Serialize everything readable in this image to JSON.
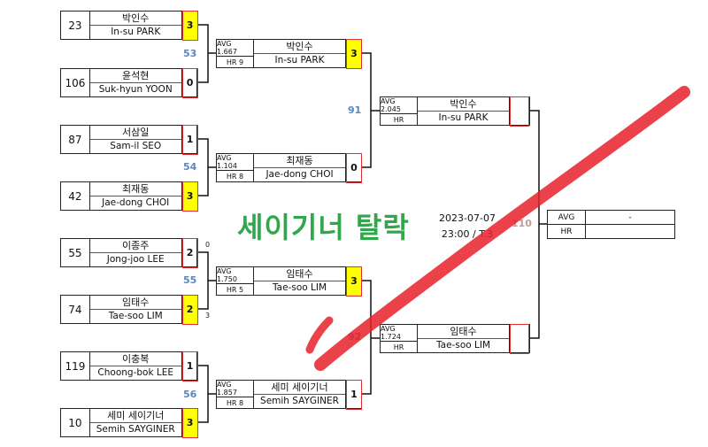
{
  "round1": [
    {
      "seed": "23",
      "ko": "박인수",
      "en": "In-su PARK",
      "score": "3",
      "win": true
    },
    {
      "seed": "106",
      "ko": "윤석현",
      "en": "Suk-hyun YOON",
      "score": "0",
      "win": false
    },
    {
      "seed": "87",
      "ko": "서삼일",
      "en": "Sam-il SEO",
      "score": "1",
      "win": false
    },
    {
      "seed": "42",
      "ko": "최재동",
      "en": "Jae-dong CHOI",
      "score": "3",
      "win": true
    },
    {
      "seed": "55",
      "ko": "이종주",
      "en": "Jong-joo LEE",
      "score": "2",
      "win": false
    },
    {
      "seed": "74",
      "ko": "임태수",
      "en": "Tae-soo LIM",
      "score": "2",
      "win": true
    },
    {
      "seed": "119",
      "ko": "이충복",
      "en": "Choong-bok LEE",
      "score": "1",
      "win": false
    },
    {
      "seed": "10",
      "ko": "세미 세이기너",
      "en": "Semih SAYGINER",
      "score": "3",
      "win": true
    }
  ],
  "round2": [
    {
      "avg": "AVG 1.667",
      "hr": "HR 9",
      "ko": "박인수",
      "en": "In-su PARK",
      "score": "3",
      "win": true
    },
    {
      "avg": "AVG 1.104",
      "hr": "HR 8",
      "ko": "최재동",
      "en": "Jae-dong CHOI",
      "score": "0",
      "win": false
    },
    {
      "avg": "AVG 1.750",
      "hr": "HR 5",
      "ko": "임태수",
      "en": "Tae-soo LIM",
      "score": "3",
      "win": true
    },
    {
      "avg": "AVG 1.857",
      "hr": "HR 8",
      "ko": "세미 세이기너",
      "en": "Semih SAYGINER",
      "score": "1",
      "win": false
    }
  ],
  "round3": [
    {
      "avg": "AVG 2.045",
      "hr": "HR",
      "ko": "박인수",
      "en": "In-su PARK",
      "score": ""
    },
    {
      "avg": "AVG 1.724",
      "hr": "HR",
      "ko": "임태수",
      "en": "Tae-soo LIM",
      "score": ""
    }
  ],
  "match_numbers": [
    "53",
    "54",
    "55",
    "56",
    "91",
    "92",
    "110"
  ],
  "shootout": {
    "top": "0",
    "bottom": "3"
  },
  "final": {
    "avg_label": "AVG",
    "avg_value": "-",
    "hr_label": "HR",
    "hr_value": ""
  },
  "headline": "세이기너 탈락",
  "date": "2023-07-07",
  "time_table": "23:00 / T.3",
  "colors": {
    "headline": "#2ea84a",
    "winner": "#ffff00",
    "match_number": "#5b86c0",
    "annotation_stroke": "#e8202a"
  }
}
